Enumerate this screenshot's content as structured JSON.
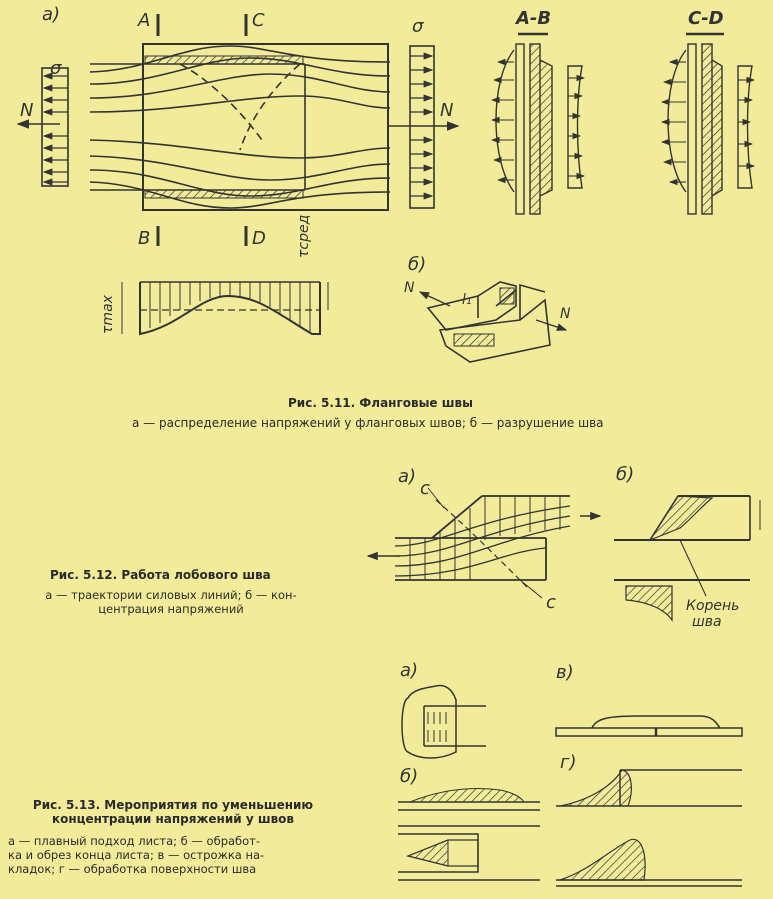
{
  "fig511": {
    "labels": {
      "a": "а)",
      "A": "A",
      "C": "C",
      "B": "B",
      "D": "D",
      "sigma_left": "σ",
      "sigma_right": "σ",
      "N_left": "N",
      "N_right": "N",
      "sec_AB": "A-B",
      "sec_CD": "C-D",
      "b": "б)",
      "tau_mean": "τсред",
      "tau_max": "τmax",
      "N_b_left": "N",
      "N_b_right": "N",
      "l1": "l₁"
    },
    "title": "Рис. 5.11. Фланговые швы",
    "caption": "а — распределение напряжений у фланговых швов; б — разрушение шва"
  },
  "fig512": {
    "labels": {
      "a": "а)",
      "c_top": "c",
      "c_bottom": "c",
      "b": "б)",
      "root_line1": "Корень",
      "root_line2": "шва"
    },
    "title": "Рис. 5.12. Работа лобового шва",
    "caption_lines": [
      "а — траектории силовых линий; б — кон-",
      "центрация напряжений"
    ]
  },
  "fig513": {
    "labels": {
      "a": "а)",
      "v": "в)",
      "b": "б)",
      "g": "г)"
    },
    "title_lines": [
      "Рис. 5.13. Мероприятия по уменьшению",
      "концентрации напряжений у швов"
    ],
    "caption_lines": [
      "а — плавный подход листа; б — обработ-",
      "ка и обрез конца листа; в — острожка на-",
      "кладок; г — обработка поверхности шва"
    ]
  }
}
